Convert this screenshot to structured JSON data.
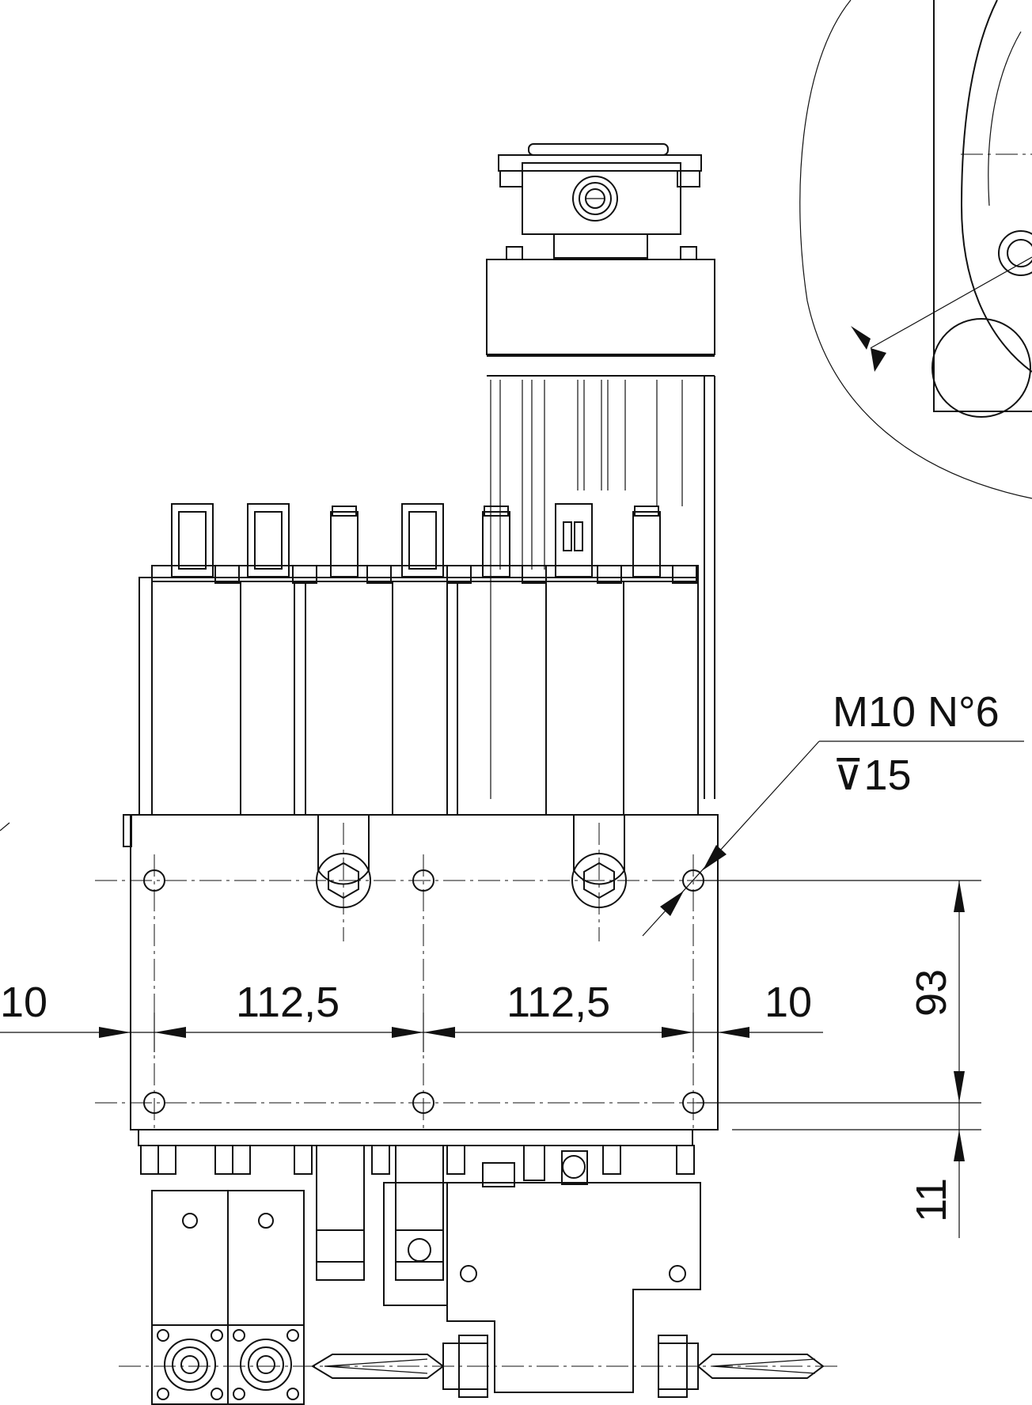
{
  "dimensions": {
    "left_edge": "10",
    "pitch_left": "112,5",
    "pitch_right": "112,5",
    "right_edge": "10",
    "vertical_spacing": "93",
    "bottom_offset": "11"
  },
  "thread_callout": {
    "spec": "M10  N°6",
    "depth": "⊽15"
  }
}
